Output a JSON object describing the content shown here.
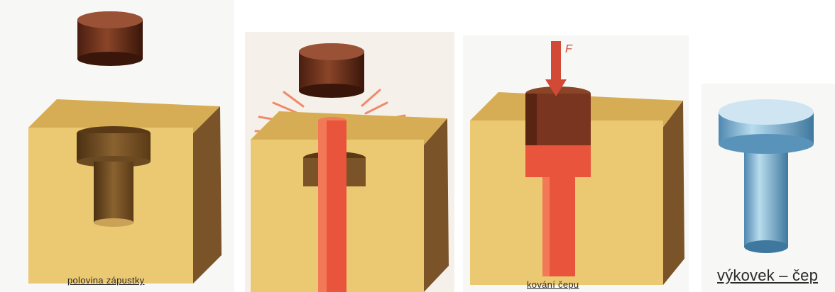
{
  "panels": [
    {
      "caption": "polovina zápustky"
    },
    {
      "caption": ""
    },
    {
      "caption": "kování čepu",
      "force_label": "F"
    },
    {
      "caption": "výkovek – čep"
    }
  ],
  "colors": {
    "die_front": "#e9c56f",
    "die_top": "#dcb45c",
    "die_side": "#8a6232",
    "cavity": "#6b4a22",
    "punch": "#7a3520",
    "hot_metal": "#e8553c",
    "glow": "#f08a6a",
    "product": "#8fc0dc"
  }
}
